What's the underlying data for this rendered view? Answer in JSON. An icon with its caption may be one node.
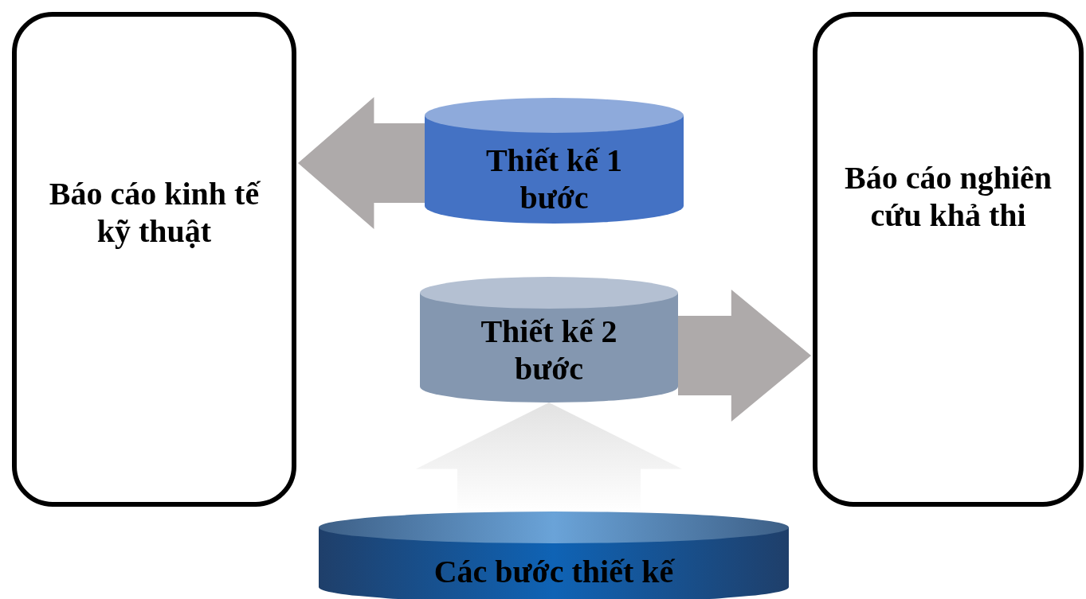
{
  "diagram": {
    "nodes": [
      {
        "text": [
          "Báo cáo kinh tế kỹ thuật"
        ]
      },
      {
        "text": [
          "Thiết kế 1 bước"
        ]
      },
      {
        "text": [
          "Báo cáo nghiên cứu khả thi"
        ]
      },
      {
        "text": [
          "Thiết kế 2 bước"
        ]
      },
      {
        "text": [
          "Các bước thiết kế"
        ]
      }
    ],
    "edges": [
      {
        "from": 1,
        "to": 0,
        "arrow": "to",
        "color": "#aeaaaa"
      },
      {
        "from": 3,
        "to": 2,
        "arrow": "to",
        "color": "#aeaaaa"
      },
      {
        "from": 4,
        "to": 3,
        "arrow": "to",
        "color": "#e6e6e6"
      }
    ]
  }
}
